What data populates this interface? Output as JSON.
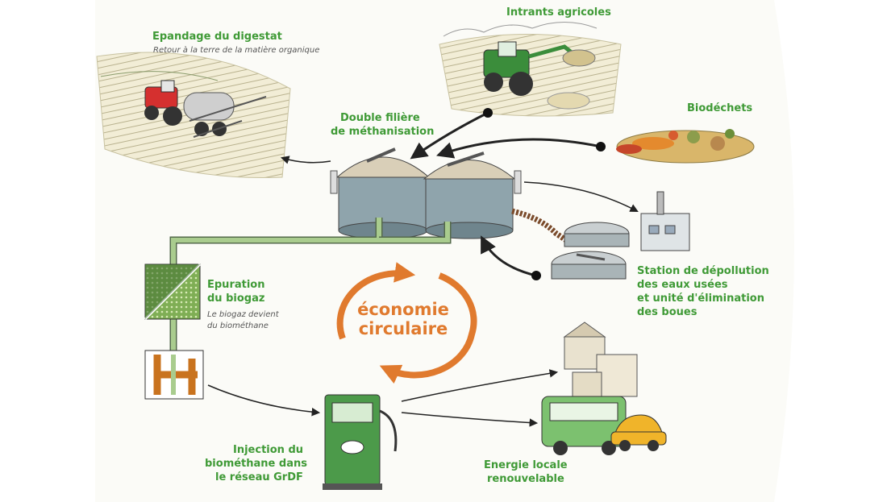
{
  "labels": {
    "epandage": "Epandage du digestat",
    "epandage_sub": "Retour à la terre de la matière organique",
    "intrants": "Intrants agricoles",
    "double_line1": "Double filière",
    "double_line2": "de méthanisation",
    "biodechets": "Biodéchets",
    "station_line1": "Station de dépollution",
    "station_line2": "des eaux usées",
    "station_line3": "et unité d'élimination",
    "station_line4": "des boues",
    "epuration_line1": "Epuration",
    "epuration_line2": "du biogaz",
    "epuration_sub1": "Le biogaz devient",
    "epuration_sub2": "du biométhane",
    "economie_line1": "économie",
    "economie_line2": "circulaire",
    "injection_line1": "Injection du",
    "injection_line2": "biométhane dans",
    "injection_line3": "le réseau GrDF",
    "energie_line1": "Energie locale",
    "energie_line2": "renouvelable"
  },
  "colors": {
    "label_green": "#3f9a36",
    "accent_orange": "#e07a2e",
    "pipe_green": "#8fb57a",
    "tank_blue": "#8fa4ac",
    "tank_roof": "#d9cfb8"
  },
  "icons": [
    "tractor-spreader",
    "tractor-loader",
    "biowaste-pile",
    "methanizer-tanks",
    "water-treatment-plant",
    "biogas-purifier",
    "gas-pump",
    "buildings",
    "bus",
    "car"
  ]
}
